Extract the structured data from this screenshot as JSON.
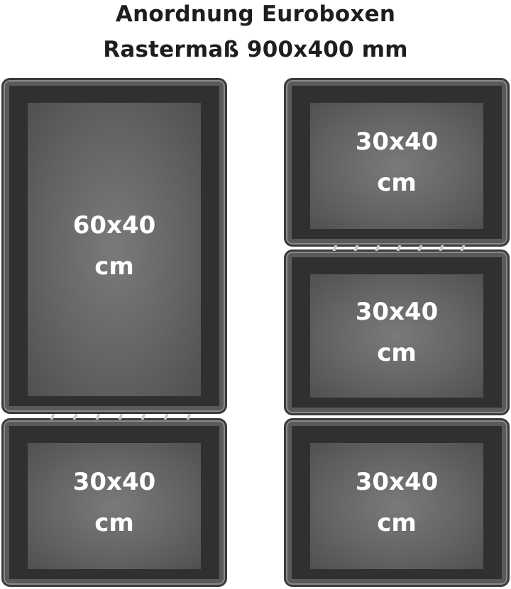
{
  "header": {
    "title_line_1": "Anordnung Euroboxen",
    "title_line_2": "Rastermaß 900x400 mm"
  },
  "colors": {
    "background": "#ffffff",
    "box_frame": "#3a3a3c",
    "box_floor": "#6a6a6c",
    "label_text": "#ffffff"
  },
  "boxes": [
    {
      "size": "60x40",
      "unit": "cm"
    },
    {
      "size": "30x40",
      "unit": "cm"
    },
    {
      "size": "30x40",
      "unit": "cm"
    },
    {
      "size": "30x40",
      "unit": "cm"
    },
    {
      "size": "30x40",
      "unit": "cm"
    }
  ]
}
